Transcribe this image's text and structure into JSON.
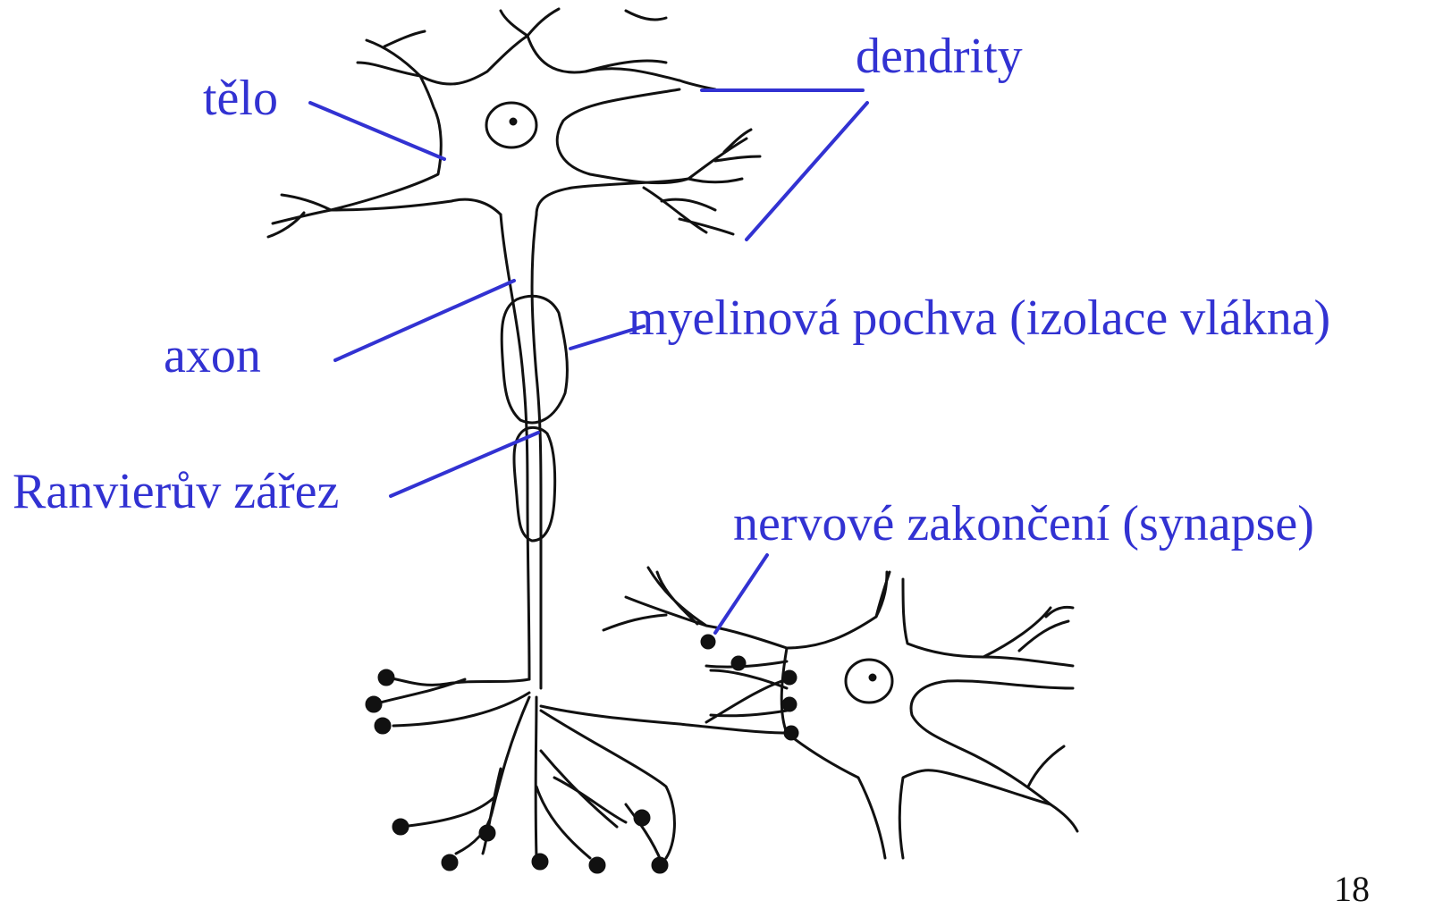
{
  "colors": {
    "label": "#3232d2",
    "leader": "#3232d2",
    "drawing": "#111111",
    "background": "#ffffff"
  },
  "labels": {
    "telo": "tělo",
    "dendrity": "dendrity",
    "axon": "axon",
    "myelin": "myelinová pochva (izolace vlákna)",
    "ranvier": "Ranvierův zářez",
    "synapse": "nervové zakončení (synapse)"
  },
  "slide_number": "18"
}
